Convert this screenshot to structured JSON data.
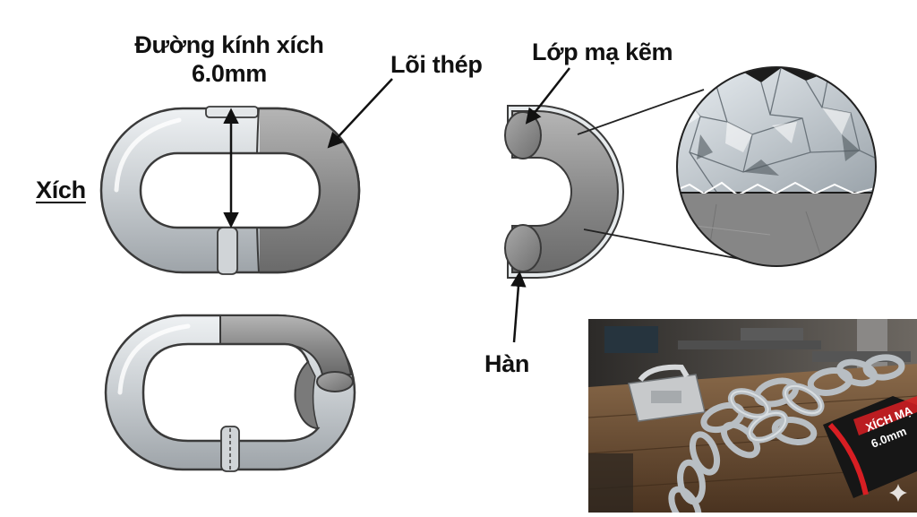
{
  "labels": {
    "chain_diameter_line1": "Đường kính xích",
    "chain_diameter_line2": "6.0mm",
    "steel_core": "Lõi thép",
    "chain": "Xích",
    "zinc_coating": "Lớp mạ kẽm",
    "weld": "Hàn"
  },
  "photo": {
    "package_tag_line1": "XÍCH MẠ",
    "package_tag_line2": "6.0mm"
  },
  "colors": {
    "outline": "#3a3a3a",
    "light_steel": "#c9ced2",
    "dark_steel": "#8c8c8c",
    "zinc_layer": "#d9dedf",
    "tag_red": "#d81e23",
    "tag_black": "#161616",
    "workbench": "#6b4a2e"
  },
  "icons": [
    "sparkle-icon"
  ]
}
